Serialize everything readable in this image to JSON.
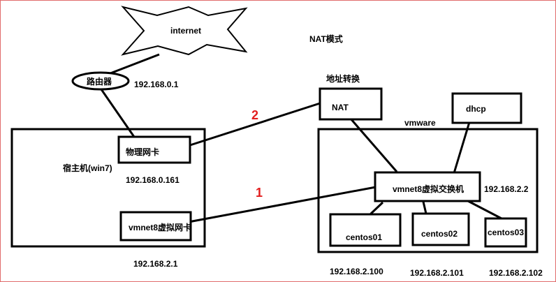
{
  "labels": {
    "internet": "internet",
    "title": "NAT模式",
    "router": "路由器",
    "router_ip": "192.168.0.1",
    "addr_translation": "地址转换",
    "nat": "NAT",
    "dhcp": "dhcp",
    "vmware": "vmware",
    "host": "宿主机(win7)",
    "phys_nic": "物理网卡",
    "host_ip": "192.168.0.161",
    "vmnet8_nic": "vmnet8虚拟网卡",
    "vmnet8_ip": "192.168.2.1",
    "switch": "vmnet8虚拟交换机",
    "switch_ip": "192.168.2.2",
    "centos01": "centos01",
    "centos02": "centos02",
    "centos03": "centos03",
    "centos01_ip": "192.168.2.100",
    "centos02_ip": "192.168.2.101",
    "centos03_ip": "192.168.2.102",
    "path2": "2",
    "path1": "1"
  },
  "colors": {
    "border": "#e06b6b",
    "stroke": "#000000",
    "marker": "#e21c1c"
  }
}
